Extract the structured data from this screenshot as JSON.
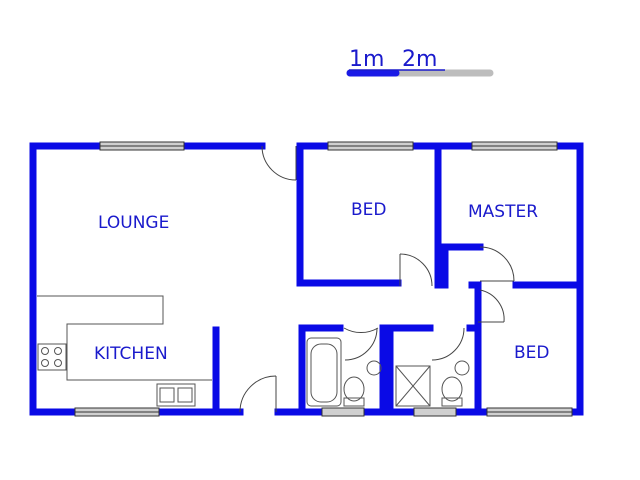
{
  "scale_bar": {
    "label_1": "1m",
    "label_2": "2m"
  },
  "rooms": {
    "lounge": "LOUNGE",
    "kitchen": "KITCHEN",
    "bed_1": "BED",
    "master": "MASTER",
    "bed_2": "BED"
  },
  "colors": {
    "wall": "#0a0ae6",
    "label": "#1a1acc",
    "fixture": "#555555",
    "window": "#c8c8c8",
    "scale_grey": "#bdbdbd"
  }
}
